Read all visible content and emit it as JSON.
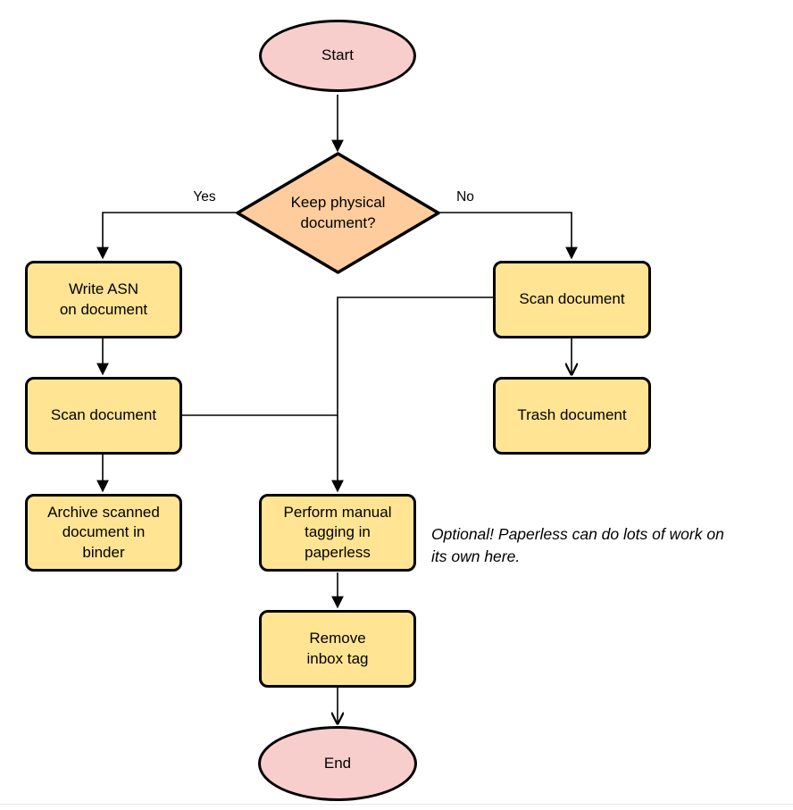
{
  "diagram": {
    "type": "flowchart",
    "nodes": {
      "start": {
        "label": "Start",
        "shape": "terminator"
      },
      "decision_keep_physical": {
        "label": "Keep physical\ndocument?",
        "shape": "decision"
      },
      "write_asn": {
        "label": "Write ASN\non document",
        "shape": "process"
      },
      "scan_document_left": {
        "label": "Scan document",
        "shape": "process"
      },
      "archive_document": {
        "label": "Archive scanned\ndocument in\nbinder",
        "shape": "process"
      },
      "scan_document_right": {
        "label": "Scan document",
        "shape": "process"
      },
      "trash_document": {
        "label": "Trash document",
        "shape": "process"
      },
      "manual_tagging": {
        "label": "Perform manual\ntagging in\npaperless",
        "shape": "process"
      },
      "remove_inbox_tag": {
        "label": "Remove\ninbox tag",
        "shape": "process"
      },
      "end": {
        "label": "End",
        "shape": "terminator"
      }
    },
    "edge_labels": {
      "yes": "Yes",
      "no": "No"
    },
    "note": "Optional! Paperless can do lots of work on\nits own here.",
    "colors": {
      "terminator_fill": "#F8CECC",
      "decision_fill": "#FFCC9E",
      "process_fill": "#FFE493",
      "stroke": "#000000",
      "background": "#FFFFFF"
    }
  }
}
